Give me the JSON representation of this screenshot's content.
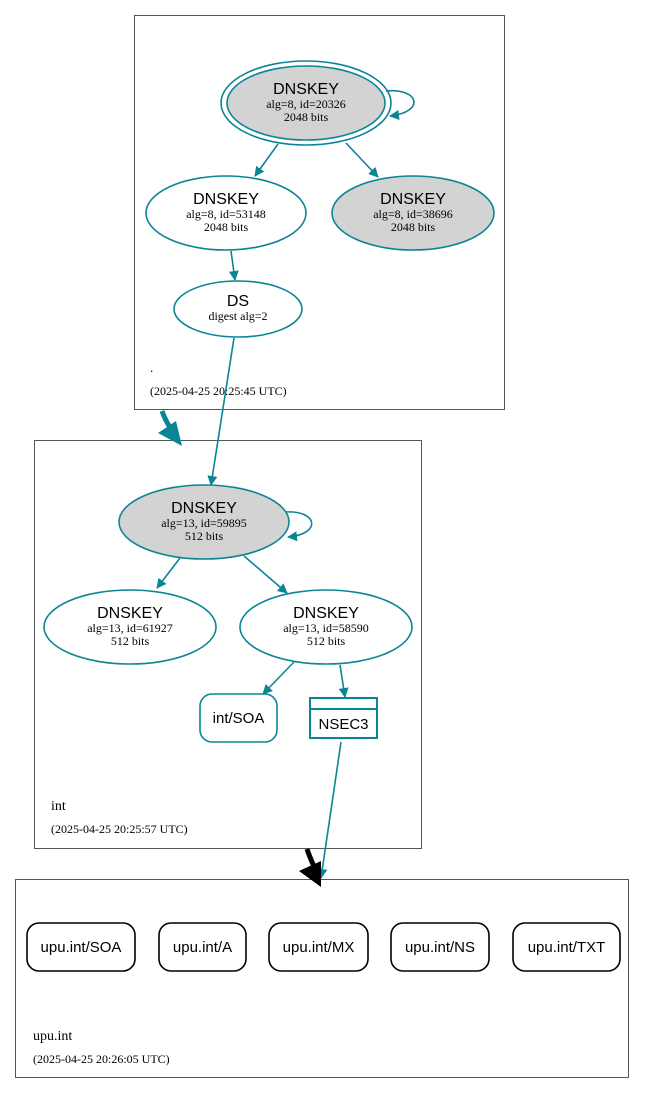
{
  "zones": {
    "root": {
      "name": ".",
      "timestamp": "(2025-04-25 20:25:45 UTC)"
    },
    "int": {
      "name": "int",
      "timestamp": "(2025-04-25 20:25:57 UTC)"
    },
    "upu": {
      "name": "upu.int",
      "timestamp": "(2025-04-25 20:26:05 UTC)"
    }
  },
  "nodes": {
    "root_ksk": {
      "title": "DNSKEY",
      "line1": "alg=8, id=20326",
      "line2": "2048 bits",
      "fill": "#d3d3d3"
    },
    "root_zsk1": {
      "title": "DNSKEY",
      "line1": "alg=8, id=53148",
      "line2": "2048 bits",
      "fill": "#ffffff"
    },
    "root_zsk2": {
      "title": "DNSKEY",
      "line1": "alg=8, id=38696",
      "line2": "2048 bits",
      "fill": "#d3d3d3"
    },
    "ds": {
      "title": "DS",
      "line1": "digest alg=2"
    },
    "int_ksk": {
      "title": "DNSKEY",
      "line1": "alg=13, id=59895",
      "line2": "512 bits",
      "fill": "#d3d3d3"
    },
    "int_zsk1": {
      "title": "DNSKEY",
      "line1": "alg=13, id=61927",
      "line2": "512 bits",
      "fill": "#ffffff"
    },
    "int_zsk2": {
      "title": "DNSKEY",
      "line1": "alg=13, id=58590",
      "line2": "512 bits",
      "fill": "#ffffff"
    },
    "int_soa": {
      "label": "int/SOA"
    },
    "nsec3": {
      "label": "NSEC3"
    }
  },
  "records": [
    {
      "label": "upu.int/SOA"
    },
    {
      "label": "upu.int/A"
    },
    {
      "label": "upu.int/MX"
    },
    {
      "label": "upu.int/NS"
    },
    {
      "label": "upu.int/TXT"
    }
  ],
  "colors": {
    "edge": "#0a8595",
    "zone_border": "#555555",
    "insecure_arrow": "#000000",
    "record_border": "#000000"
  }
}
